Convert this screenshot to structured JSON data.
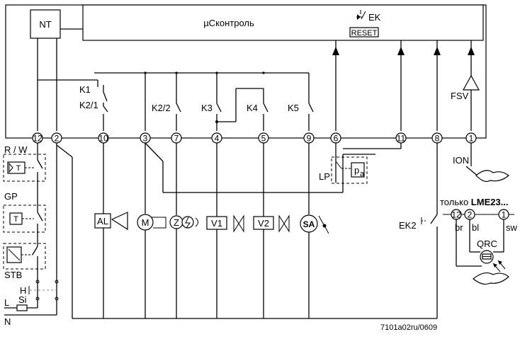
{
  "controller": {
    "title": "µСконтроль",
    "nt": "NT",
    "ek": "EK",
    "reset": "RESET"
  },
  "terminals": [
    "12",
    "2",
    "10",
    "3",
    "7",
    "4",
    "5",
    "9",
    "6",
    "11",
    "8",
    "1"
  ],
  "contacts": {
    "k1": "K1",
    "k21": "K2/1",
    "k22": "K2/2",
    "k3": "K3",
    "k4": "K4",
    "k5": "K5",
    "fsv": "FSV",
    "ek2": "EK2",
    "ion": "ION",
    "lp": "LP",
    "pa_main": "p",
    "pa_sub": "a"
  },
  "left_side": {
    "rw": "R / W",
    "gp": "GP",
    "stb": "STB",
    "h": "H",
    "si": "Si",
    "l": "L",
    "n": "N",
    "t_symbol": "T"
  },
  "loads": {
    "al": "AL",
    "m": "M",
    "z": "Z",
    "v1": "V1",
    "v2": "V2",
    "sa": "SA"
  },
  "qrc_block": {
    "header_prefix": "только ",
    "header_model": "LME23...",
    "t12": "12",
    "t2": "2",
    "t1": "1",
    "br": "br",
    "bl": "bl",
    "sw": "sw",
    "qrc": "QRC"
  },
  "footer": {
    "ref": "7101a02ru/0609"
  }
}
